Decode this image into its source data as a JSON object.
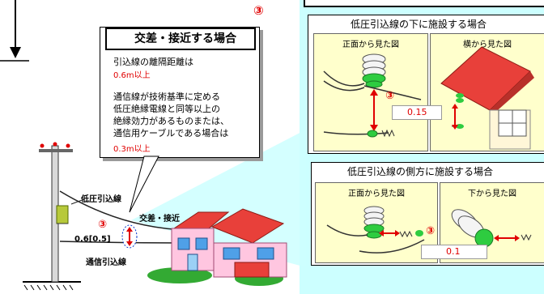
{
  "badge_main": "③",
  "callout": {
    "title": "交差・接近する場合",
    "line1": "引込線の離隔距離は",
    "value1": "0.6m以上",
    "line2": "通信線が技術基準に定める",
    "line3": "低圧絶縁電線と同等以上の",
    "line4": "絶縁効力があるものまたは、",
    "line5": "通信用ケーブルである場合は",
    "value2": "0.3m以上"
  },
  "panel_top": {
    "title": "低圧引込線の下に施設する場合",
    "front_caption": "正面から見た図",
    "side_caption": "横から見た図",
    "badge": "③",
    "distance": "0.15"
  },
  "panel_bottom": {
    "title": "低圧引込線の側方に施設する場合",
    "front_caption": "正面から見た図",
    "below_caption": "下から見た図",
    "badge": "③",
    "distance": "0.1"
  },
  "scene": {
    "power_line_label": "低圧引込線",
    "comm_line_label": "通信引込線",
    "crossing_label": "交差・接近",
    "badge": "③",
    "clearance": "0.6[0.5]"
  },
  "colors": {
    "panel_bg": "#ccffff",
    "inner_bg": "#ffffcc",
    "accent_red": "#e00000",
    "insulator_green": "#2ecc40",
    "roof_red": "#e8403a"
  }
}
